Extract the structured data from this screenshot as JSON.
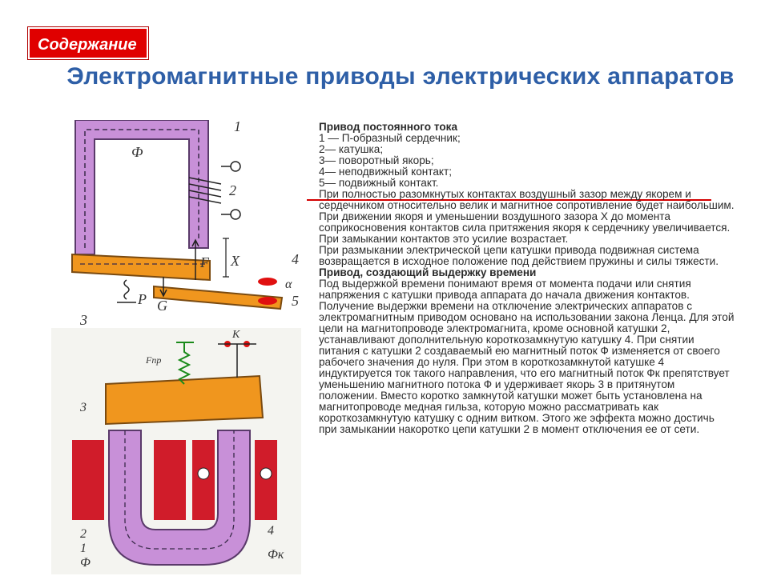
{
  "header": {
    "contents_button": "Содержание"
  },
  "title": "Электромагнитные приводы электрических аппаратов",
  "text": {
    "dc_heading": "Привод постоянного тока",
    "items": [
      "1 — П-образный сердечник;",
      "2— катушка;",
      "3— поворотный якорь;",
      "4— неподвижный контакт;",
      "5— подвижный контакт."
    ],
    "p1": "При полностью разомкнутых контактах воздушный зазор между якорем и сердечником относительно велик и магнитное сопротивление будет наибольшим. При движении якоря и уменьшении воздушного зазора X до момента соприкосновения контактов сила притяжения якоря к сердечнику увеличивается. При замыкании контактов это усилие возрастает.",
    "p2": "При размыкании электрической цепи катушки привода подвижная система возвращается в исходное положение под действием пружины и силы тяжести.",
    "delay_heading": "Привод, создающий выдержку времени",
    "p3": "Под выдержкой времени понимают время от момента подачи или снятия напряжения с катушки привода аппарата до начала движения контактов. Получение выдержки времени на отключение электрических аппаратов с электромагнитным приводом основано на использовании закона Ленца. Для этой цели на магнитопроводе электромагнита, кроме основной катушки 2, устанавливают дополнительную короткозамкнутую катушку 4. При снятии питания с катушки 2 создаваемый ею магнитный поток Ф изменяется от своего рабочего значения до нуля. При этом в короткозамкнутой катушке 4 индуктируется ток такого направления, что его магнитный поток Фк препятствует уменьшению магнитного потока Ф и удерживает якорь 3 в притянутом положении. Вместо коротко замкнутой катушки может быть установлена на магнитопроводе медная гильза, которую можно рассматривать как короткозамкнутую катушку с одним витком. Этого же эффекта можно достичь при замыкании накоротко цепи катушки 2 в момент отключения ее от сети."
  },
  "figure1": {
    "labels": {
      "n1": "1",
      "n2": "2",
      "n3": "3",
      "n4": "4",
      "n5": "5",
      "phi": "Ф",
      "f": "F",
      "x": "X",
      "p": "P",
      "g": "G",
      "alpha": "α"
    }
  },
  "figure2": {
    "labels": {
      "n1": "1",
      "n2": "2",
      "n3": "3",
      "n4": "4",
      "phi": "Ф",
      "phik": "Фк",
      "fpr": "Fпр",
      "k": "К"
    }
  },
  "colors": {
    "core": "#c890d8",
    "armature": "#f0961e",
    "coil": "#d01c2a",
    "title": "#2e5fa7",
    "button": "#e00000"
  }
}
